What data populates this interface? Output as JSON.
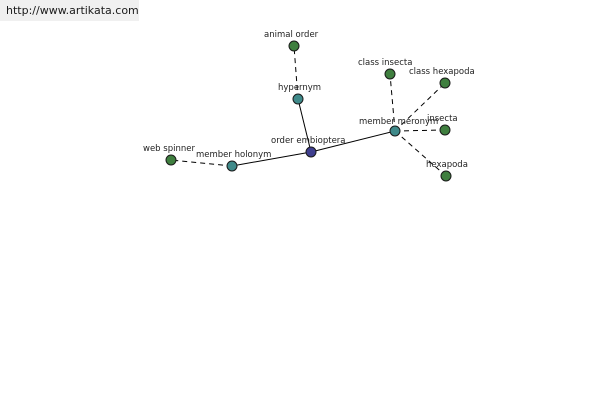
{
  "watermark": {
    "text": "http://www.artikata.com"
  },
  "colors": {
    "center": "#3f3f8f",
    "relation": "#3f8a8a",
    "leaf": "#3f7f3f",
    "edge": "#000000"
  },
  "graph": {
    "nodes": [
      {
        "id": "order-embioptera",
        "label": "order embioptera",
        "kind": "center"
      },
      {
        "id": "hypernym",
        "label": "hypernym",
        "kind": "relation"
      },
      {
        "id": "animal-order",
        "label": "animal order",
        "kind": "leaf"
      },
      {
        "id": "member-meronym",
        "label": "member meronym",
        "kind": "relation"
      },
      {
        "id": "class-insecta",
        "label": "class insecta",
        "kind": "leaf"
      },
      {
        "id": "class-hexapoda",
        "label": "class hexapoda",
        "kind": "leaf"
      },
      {
        "id": "insecta",
        "label": "insecta",
        "kind": "leaf"
      },
      {
        "id": "hexapoda",
        "label": "hexapoda",
        "kind": "leaf"
      },
      {
        "id": "member-holonym",
        "label": "member holonym",
        "kind": "relation"
      },
      {
        "id": "web-spinner",
        "label": "web spinner",
        "kind": "leaf"
      }
    ],
    "edges": [
      {
        "from": "order-embioptera",
        "to": "hypernym",
        "style": "solid"
      },
      {
        "from": "order-embioptera",
        "to": "member-meronym",
        "style": "solid"
      },
      {
        "from": "order-embioptera",
        "to": "member-holonym",
        "style": "solid"
      },
      {
        "from": "hypernym",
        "to": "animal-order",
        "style": "dashed"
      },
      {
        "from": "member-meronym",
        "to": "class-insecta",
        "style": "dashed"
      },
      {
        "from": "member-meronym",
        "to": "class-hexapoda",
        "style": "dashed"
      },
      {
        "from": "member-meronym",
        "to": "insecta",
        "style": "dashed"
      },
      {
        "from": "member-meronym",
        "to": "hexapoda",
        "style": "dashed"
      },
      {
        "from": "member-holonym",
        "to": "web-spinner",
        "style": "dashed"
      }
    ]
  }
}
